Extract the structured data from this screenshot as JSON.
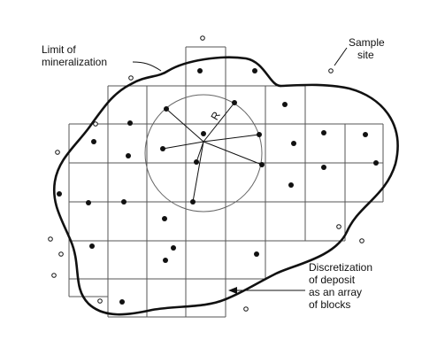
{
  "figure": {
    "labels": {
      "limit": [
        "Limit of",
        "mineralization"
      ],
      "sample_site": [
        "Sample",
        "site"
      ],
      "discretization": [
        "Discretization",
        "of deposit",
        "as an array",
        "of blocks"
      ],
      "radius": "R"
    },
    "colors": {
      "ink": "#111111",
      "grid": "#555555",
      "circle": "#666666",
      "background": "#ffffff"
    }
  }
}
